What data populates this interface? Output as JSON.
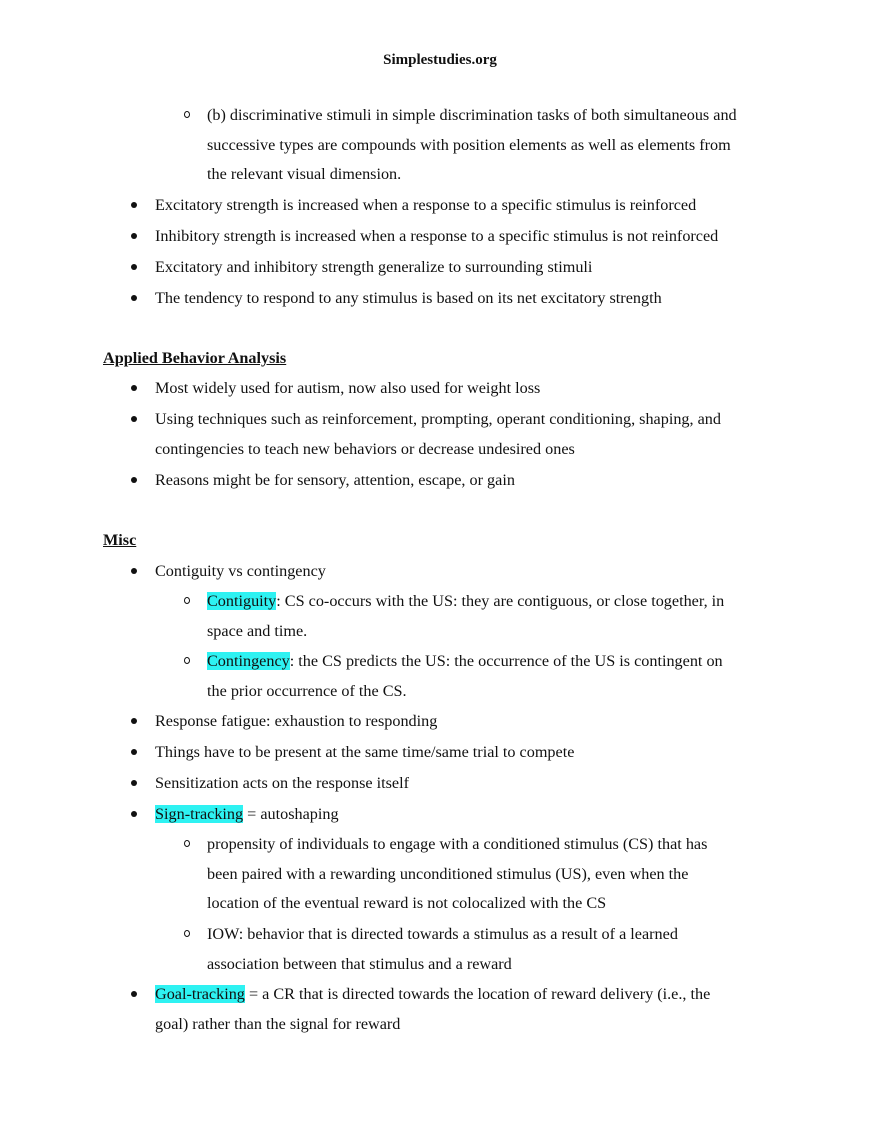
{
  "header": {
    "site": "Simplestudies.org"
  },
  "highlight_color": "#2ef2f2",
  "intro": {
    "sub_item_b": {
      "lines": [
        "(b) discriminative stimuli in simple discrimination tasks of both simultaneous and",
        "successive types are compounds with position elements as well as elements from",
        "the relevant visual dimension."
      ]
    },
    "bullets": [
      "Excitatory strength is increased when a response to a specific stimulus is reinforced",
      "Inhibitory strength is increased when a response to a specific stimulus is not reinforced",
      "Excitatory and inhibitory strength generalize to surrounding stimuli",
      "The tendency to respond to any stimulus is based on its net excitatory strength"
    ]
  },
  "aba": {
    "heading": "Applied Behavior Analysis",
    "bullets": [
      {
        "lines": [
          "Most widely used for autism, now also used for weight loss"
        ]
      },
      {
        "lines": [
          "Using techniques such as reinforcement, prompting, operant conditioning, shaping, and",
          "contingencies to teach new behaviors or decrease undesired ones"
        ]
      },
      {
        "lines": [
          "Reasons might be for sensory, attention, escape, or gain"
        ]
      }
    ]
  },
  "misc": {
    "heading": "Misc",
    "contiguity_bullet": "Contiguity vs contingency",
    "contiguity_sub": {
      "term": "Contiguity",
      "rest": ": CS co-occurs with the US: they are contiguous, or close together, in",
      "line2": "space and time."
    },
    "contingency_sub": {
      "term": "Contingency",
      "rest": ": the CS predicts the US: the occurrence of the US is contingent on",
      "line2": "the prior occurrence of the CS."
    },
    "bullets": [
      "Response fatigue: exhaustion to responding",
      "Things have to be present at the same time/same trial to compete",
      "Sensitization acts on the response itself"
    ],
    "sign_tracking": {
      "term": "Sign-tracking",
      "rest": " = autoshaping",
      "sub1": [
        "propensity of individuals to engage with a conditioned stimulus (CS) that has",
        "been paired with a rewarding unconditioned stimulus (US), even when the",
        "location of the eventual reward is not colocalized with the CS"
      ],
      "sub2": [
        "IOW: behavior that is directed towards a stimulus as a result of a learned",
        "association between that stimulus and a reward"
      ]
    },
    "goal_tracking": {
      "term": "Goal-tracking",
      "rest": " = a CR that is directed towards the location of reward delivery (i.e., the",
      "line2": "goal) rather than the signal for reward"
    }
  }
}
